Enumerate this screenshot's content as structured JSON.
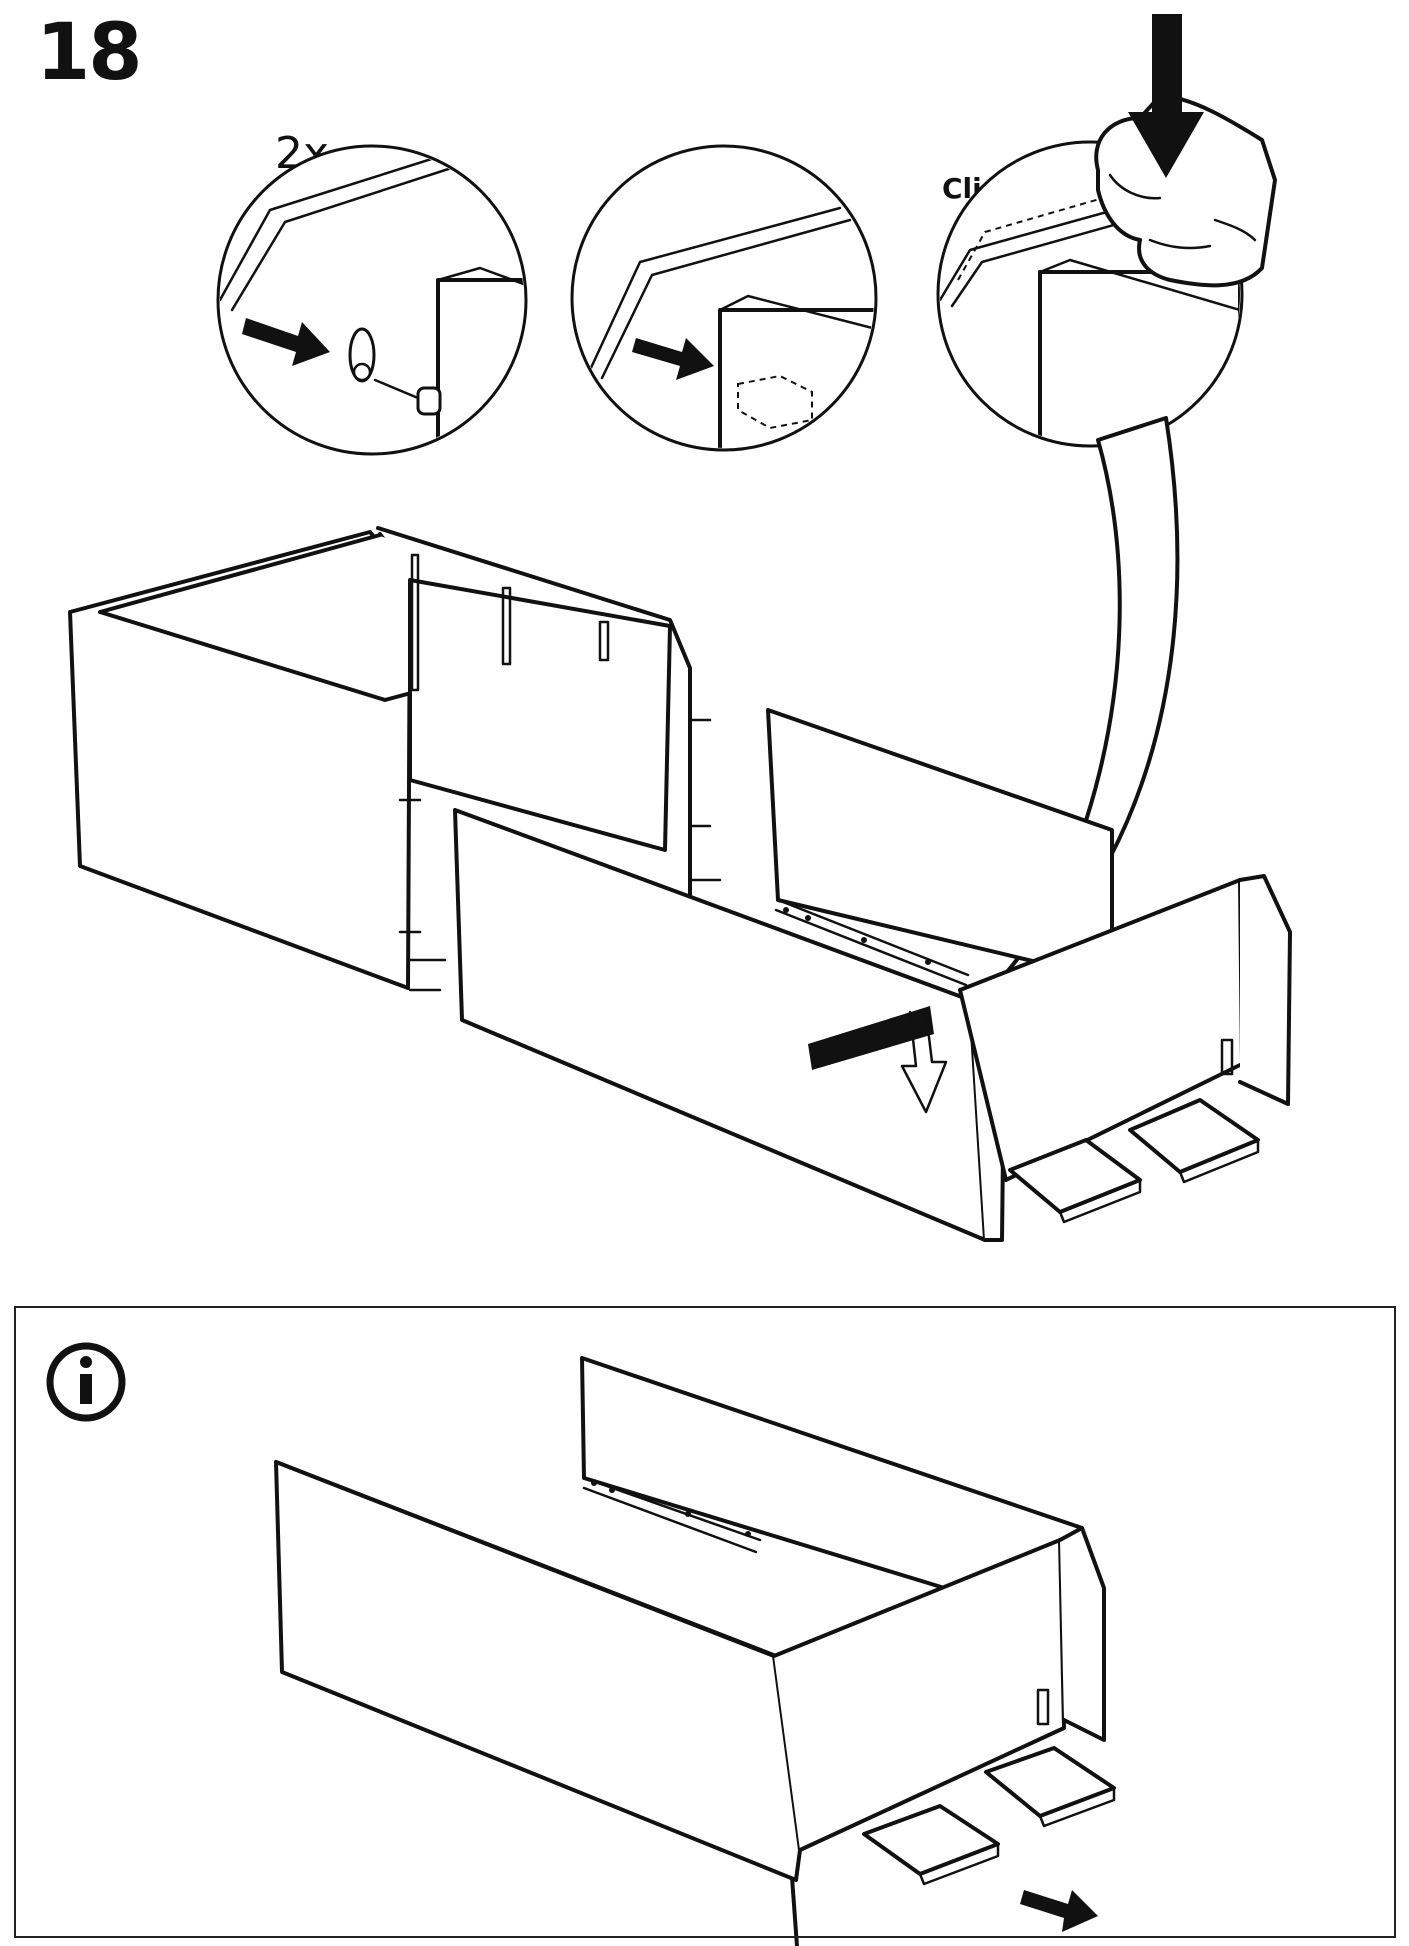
{
  "step": {
    "number": "18"
  },
  "details": {
    "quantity_label": "2x",
    "click_label": "Click!"
  },
  "info_panel": {
    "icon": "info-icon"
  },
  "icons": {
    "arrow": "arrow-right-icon",
    "press": "arrow-down-icon",
    "hand": "hand-icon",
    "book": "book-icon"
  }
}
